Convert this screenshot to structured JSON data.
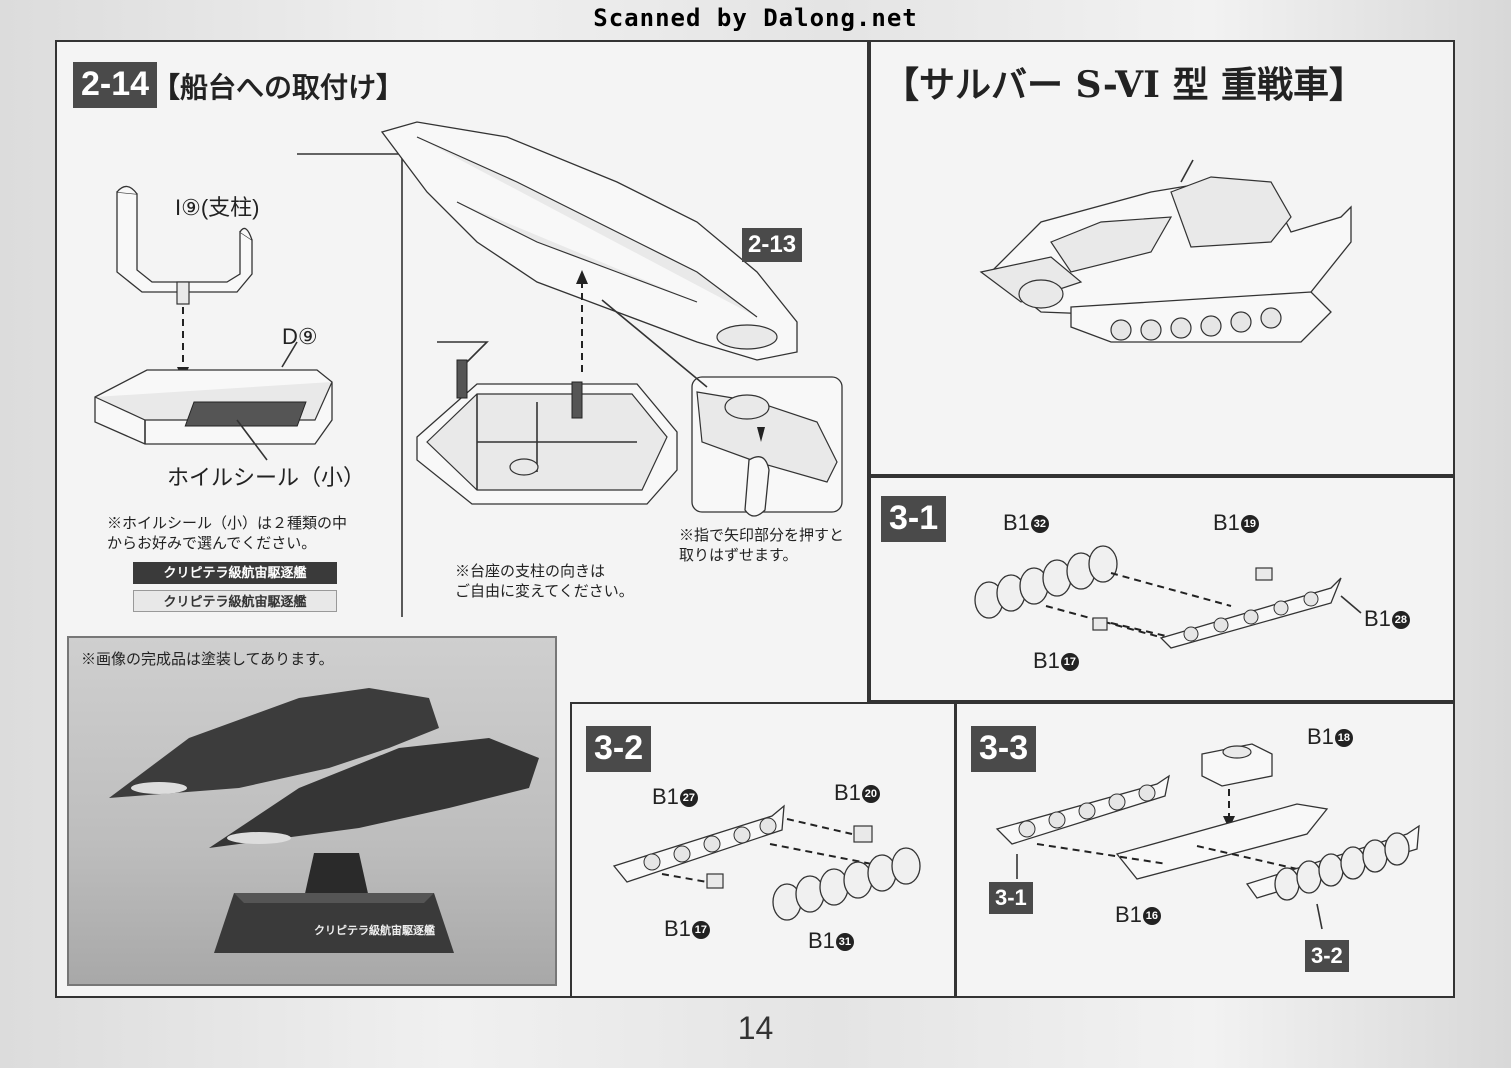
{
  "banner": "Scanned by Dalong.net",
  "page_number": "14",
  "section_2_14": {
    "step": "2-14",
    "title": "【船台への取付け】",
    "label_pillar": "I⑨(支柱)",
    "label_base": "D⑨",
    "label_foil": "ホイルシール（小）",
    "note_foil": "※ホイルシール（小）は２種類の中\nからお好みで選んでください。",
    "sticker_dark": "クリピテラ級航宙駆逐艦",
    "sticker_light": "クリピテラ級航宙駆逐艦",
    "ref_step": "2-13",
    "note_press": "※指で矢印部分を押すと\n取りはずせます。",
    "note_pillar": "※台座の支柱の向きは\nご自由に変えてください。",
    "photo_note": "※画像の完成品は塗装してあります。",
    "photo_base_text": "クリピテラ級航宙駆逐艦"
  },
  "tank_section": {
    "title": "【サルバー S-VI 型 重戦車】"
  },
  "step_3_1": {
    "step": "3-1",
    "parts": [
      {
        "name": "B1",
        "num": "32"
      },
      {
        "name": "B1",
        "num": "19"
      },
      {
        "name": "B1",
        "num": "28"
      },
      {
        "name": "B1",
        "num": "17"
      }
    ]
  },
  "step_3_2": {
    "step": "3-2",
    "parts": [
      {
        "name": "B1",
        "num": "27"
      },
      {
        "name": "B1",
        "num": "20"
      },
      {
        "name": "B1",
        "num": "17"
      },
      {
        "name": "B1",
        "num": "31"
      }
    ]
  },
  "step_3_3": {
    "step": "3-3",
    "parts": [
      {
        "name": "B1",
        "num": "18"
      },
      {
        "name": "B1",
        "num": "16"
      }
    ],
    "ref_3_1": "3-1",
    "ref_3_2": "3-2"
  }
}
